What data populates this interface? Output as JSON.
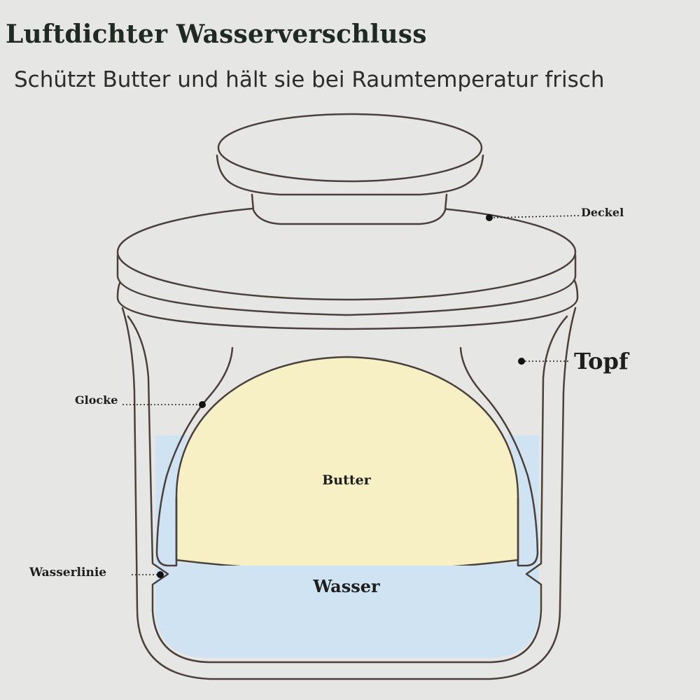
{
  "title": "Luftdichter Wasserverschluss",
  "subtitle": "Schützt Butter und hält sie bei Raumtemperatur frisch",
  "labels": {
    "deckel": "Deckel",
    "topf": "Topf",
    "glocke": "Glocke",
    "butter": "Butter",
    "wasserlinie": "Wasserlinie",
    "wasser": "Wasser"
  },
  "colors": {
    "background": "#e6e6e4",
    "outline": "#4a403c",
    "butter": "#f6f0c4",
    "water": "#cfe3f2"
  }
}
